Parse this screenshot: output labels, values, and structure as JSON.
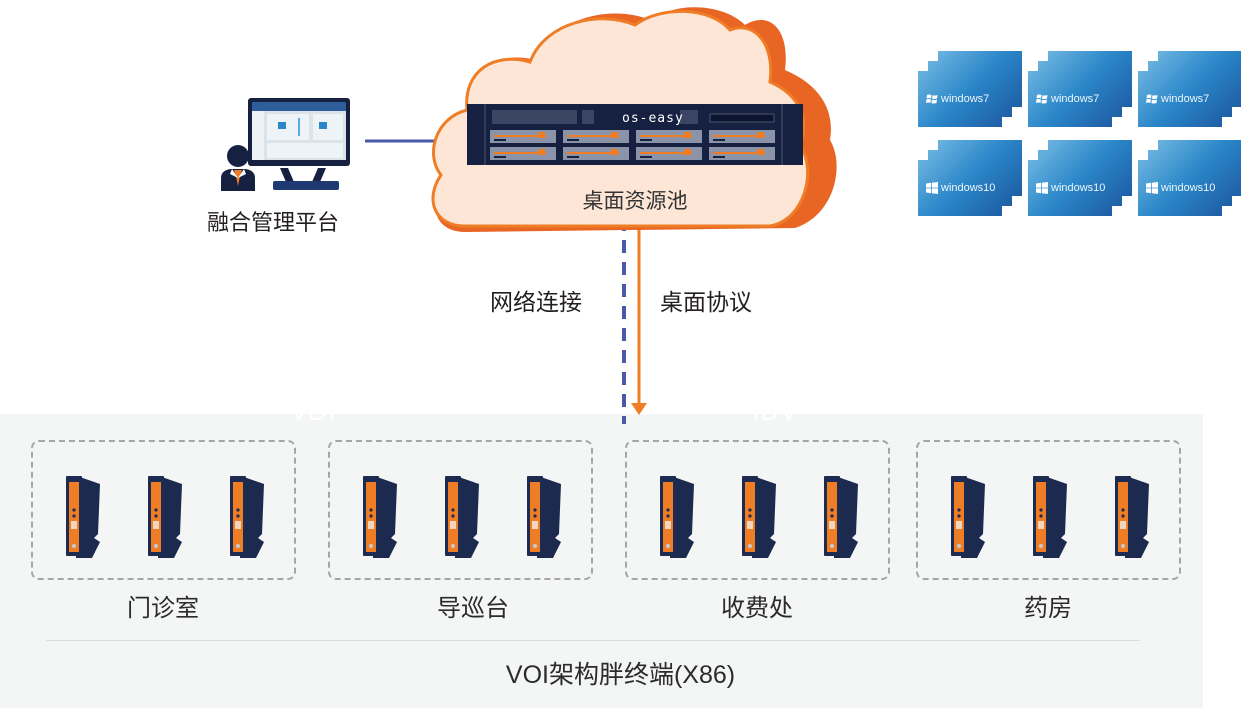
{
  "management": {
    "label": "融合管理平台",
    "icon": "admin-monitor-icon"
  },
  "cloud": {
    "label": "桌面资源池",
    "server_brand": "os-easy",
    "colors": {
      "fill": "#fde6d6",
      "outline": "#ee7d26",
      "shadow": "#e86524",
      "server": "#162142",
      "drive_accent": "#ee7d26"
    }
  },
  "vm_images": [
    {
      "label": "windows7",
      "icon": "windows7-logo-icon"
    },
    {
      "label": "windows7",
      "icon": "windows7-logo-icon"
    },
    {
      "label": "windows7",
      "icon": "windows7-logo-icon"
    },
    {
      "label": "windows10",
      "icon": "windows10-logo-icon"
    },
    {
      "label": "windows10",
      "icon": "windows10-logo-icon"
    },
    {
      "label": "windows10",
      "icon": "windows10-logo-icon"
    }
  ],
  "connections": {
    "network": {
      "label": "网络连接",
      "color": "#4a5aa8",
      "style": "dashed"
    },
    "protocol": {
      "label": "桌面协议",
      "color": "#ee7d26",
      "style": "arrow"
    },
    "management_link_color": "#4a5aa8"
  },
  "watermarks": [
    "VDI",
    "IDV"
  ],
  "terminal_groups": [
    {
      "label": "门诊室",
      "terminals": 3
    },
    {
      "label": "导巡台",
      "terminals": 3
    },
    {
      "label": "收费处",
      "terminals": 3
    },
    {
      "label": "药房",
      "terminals": 3
    }
  ],
  "panel": {
    "caption": "VOI架构胖终端(X86)",
    "background": "#f4f5f5"
  }
}
